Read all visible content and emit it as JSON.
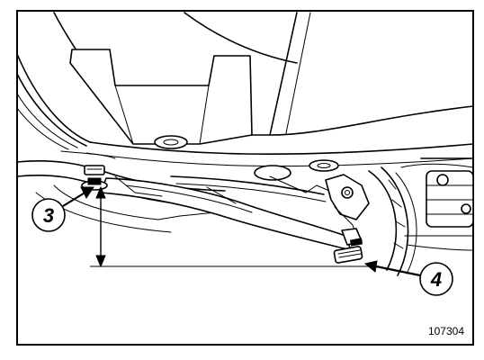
{
  "figure": {
    "callouts": [
      {
        "id": "callout-3",
        "label": "3"
      },
      {
        "id": "callout-4",
        "label": "4"
      }
    ],
    "reference_number": "107304"
  }
}
